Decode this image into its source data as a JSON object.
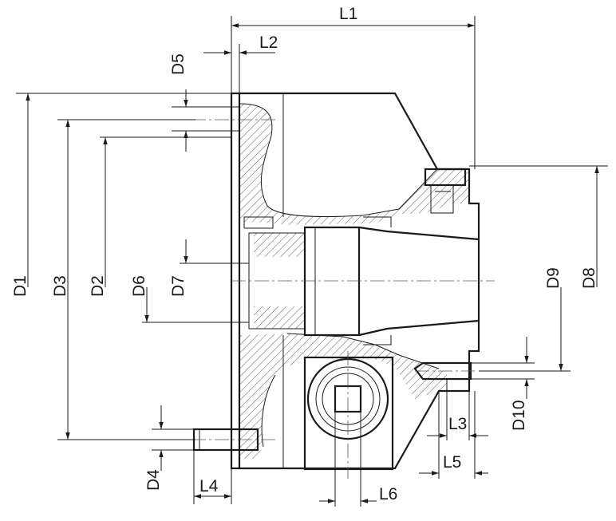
{
  "dimensions": {
    "L1": "L1",
    "L2": "L2",
    "L3": "L3",
    "L4": "L4",
    "L5": "L5",
    "L6": "L6",
    "D1": "D1",
    "D2": "D2",
    "D3": "D3",
    "D4": "D4",
    "D5": "D5",
    "D6": "D6",
    "D7": "D7",
    "D8": "D8",
    "D9": "D9",
    "D10": "D10"
  },
  "colors": {
    "line": "#1a1a1a",
    "background": "#ffffff"
  }
}
